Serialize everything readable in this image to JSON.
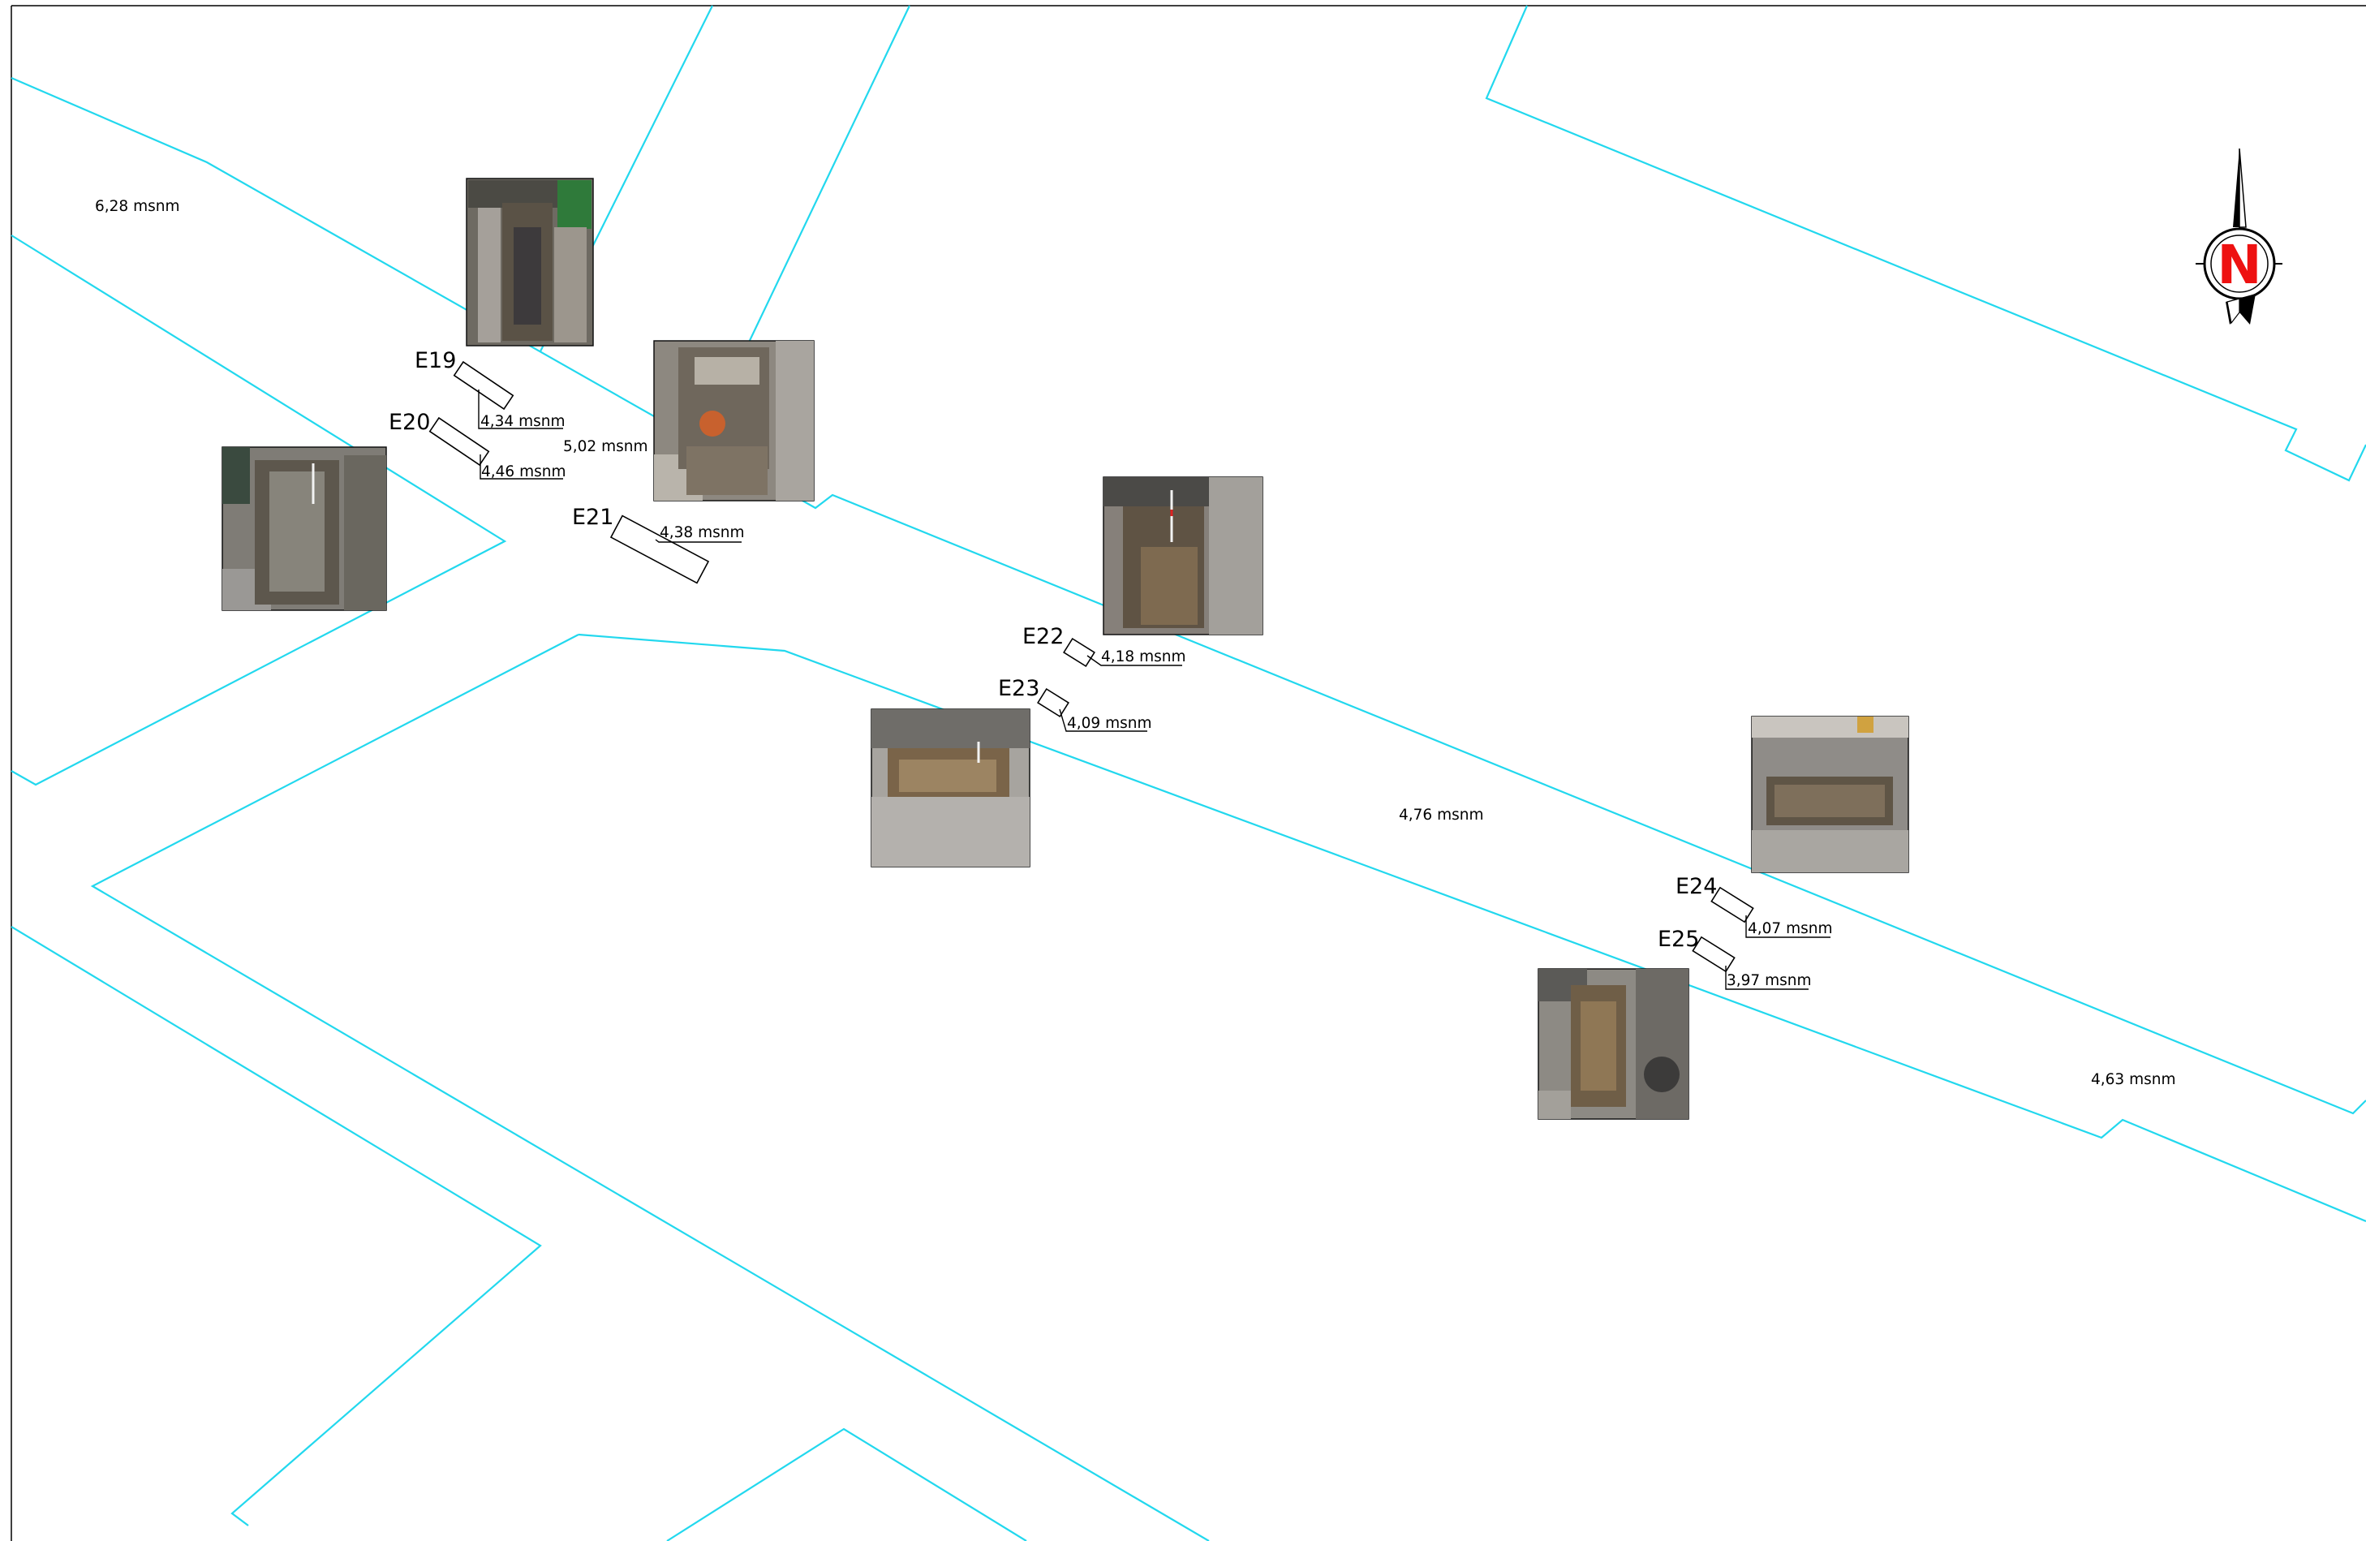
{
  "spot_elevations": {
    "a": "6,28 msnm",
    "b": "5,02 msnm",
    "c": "4,76 msnm",
    "d": "4,63 msnm"
  },
  "trenches": {
    "e19": {
      "id": "E19",
      "elevation": "4,34 msnm"
    },
    "e20": {
      "id": "E20",
      "elevation": "4,46 msnm"
    },
    "e21": {
      "id": "E21",
      "elevation": "4,38 msnm"
    },
    "e22": {
      "id": "E22",
      "elevation": "4,18 msnm"
    },
    "e23": {
      "id": "E23",
      "elevation": "4,09 msnm"
    },
    "e24": {
      "id": "E24",
      "elevation": "4,07 msnm"
    },
    "e25": {
      "id": "E25",
      "elevation": "3,97 msnm"
    }
  },
  "north_arrow": {
    "letter": "N",
    "icon": "north-arrow-icon",
    "color": "#ee1111"
  },
  "colors": {
    "parcel_lines": "#22d8ee",
    "frame": "#000000"
  }
}
